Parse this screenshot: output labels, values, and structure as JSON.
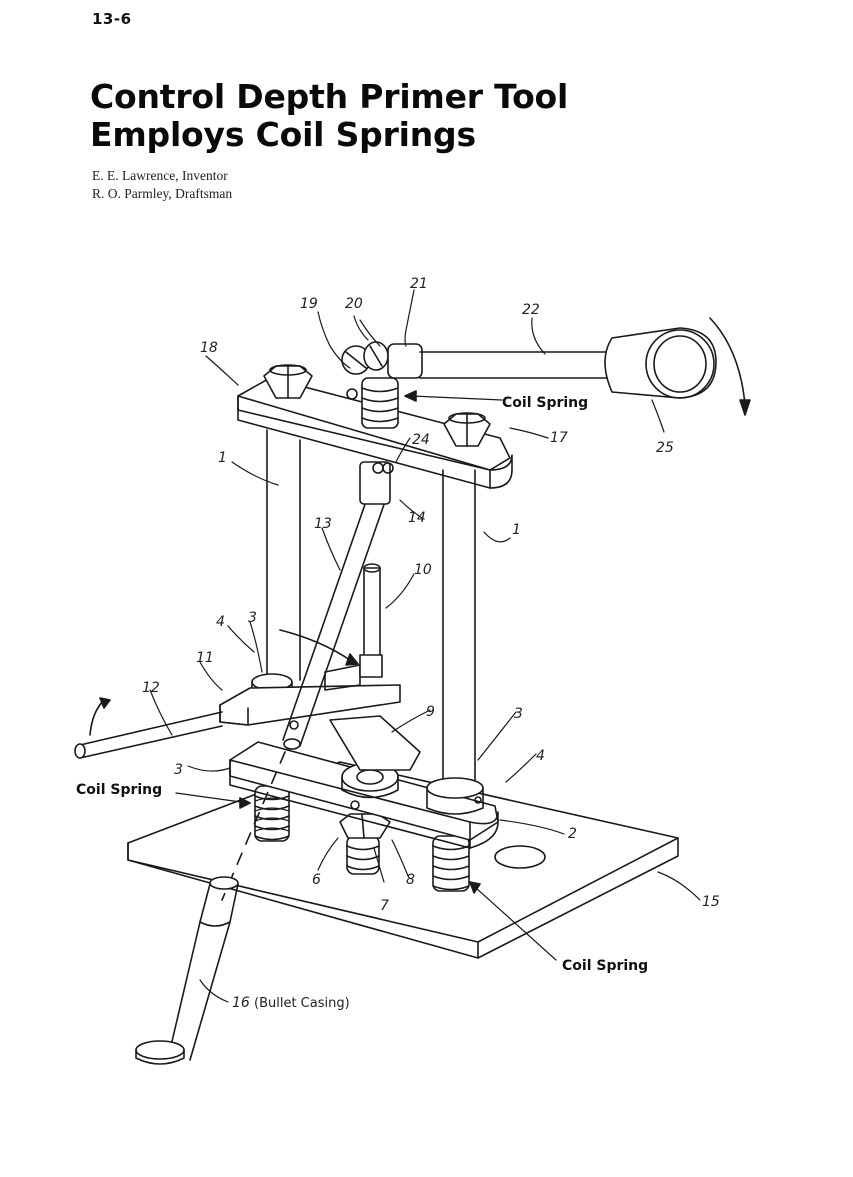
{
  "page": {
    "number": "13-6"
  },
  "title": {
    "line1": "Control Depth Primer Tool",
    "line2": "Employs Coil Springs"
  },
  "credits": {
    "inventor": "E. E. Lawrence, Inventor",
    "draftsman": "R. O. Parmley, Draftsman"
  },
  "figure": {
    "callouts": {
      "coil_spring_top": "Coil Spring",
      "coil_spring_left": "Coil Spring",
      "coil_spring_bottom": "Coil Spring",
      "bullet_casing": "(Bullet Casing)"
    },
    "part_numbers": {
      "p21": "21",
      "p19": "19",
      "p20": "20",
      "p22": "22",
      "p18": "18",
      "p17": "17",
      "p25": "25",
      "p24": "24",
      "p1_left": "1",
      "p1_right": "1",
      "p14": "14",
      "p13": "13",
      "p10": "10",
      "p4_left": "4",
      "p3_left": "3",
      "p11": "11",
      "p12": "12",
      "p9": "9",
      "p3_right": "3",
      "p4_right": "4",
      "p3_lower": "3",
      "p2": "2",
      "p6": "6",
      "p8": "8",
      "p7": "7",
      "p15": "15",
      "p16": "16"
    }
  }
}
